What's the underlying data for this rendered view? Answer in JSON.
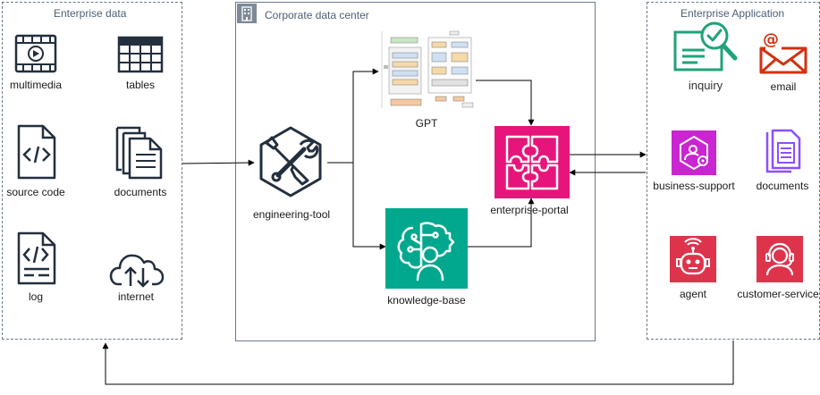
{
  "groups": {
    "left": {
      "title": "Enterprise data",
      "items": [
        "multimedia",
        "tables",
        "source code",
        "documents",
        "log",
        "internet"
      ]
    },
    "center": {
      "title": "Corporate data center",
      "items": [
        "GPT",
        "engineering-tool",
        "knowledge-base",
        "enterprise-portal"
      ]
    },
    "right": {
      "title": "Enterprise Application",
      "items": [
        "inquiry",
        "email",
        "business-support",
        "documents",
        "agent",
        "customer-service"
      ]
    }
  },
  "colors": {
    "border": "#6b7a8c",
    "portal": "#e7157b",
    "knowledge": "#01a88d",
    "inquiry": "#1fa37a",
    "email": "#d13212",
    "support": "#c925d1",
    "docs": "#8c4fff",
    "agent": "#dd344c",
    "dark": "#232f3e"
  }
}
